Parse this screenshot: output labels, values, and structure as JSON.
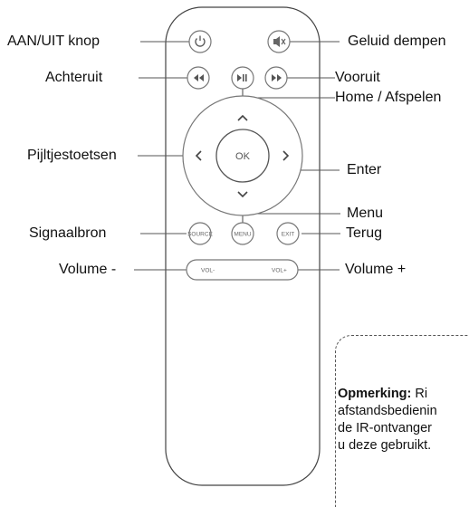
{
  "labels": {
    "power": "AAN/UIT knop",
    "mute": "Geluid dempen",
    "rewind": "Achteruit",
    "forward": "Vooruit",
    "home_play": "Home / Afspelen",
    "arrows": "Pijltjestoetsen",
    "enter": "Enter",
    "menu": "Menu",
    "source": "Signaalbron",
    "back": "Terug",
    "vol_down": "Volume -",
    "vol_up": "Volume +"
  },
  "buttons": {
    "ok": "OK",
    "source": "SOURCE",
    "menu": "MENU",
    "exit": "EXIT",
    "vol_minus": "VOL-",
    "vol_plus": "VOL+"
  },
  "note": {
    "title": "Opmerking:",
    "line1_rest": " Ri",
    "line2": "afstandsbedienin",
    "line3": "de IR-ontvanger",
    "line4": "u deze gebruikt."
  }
}
